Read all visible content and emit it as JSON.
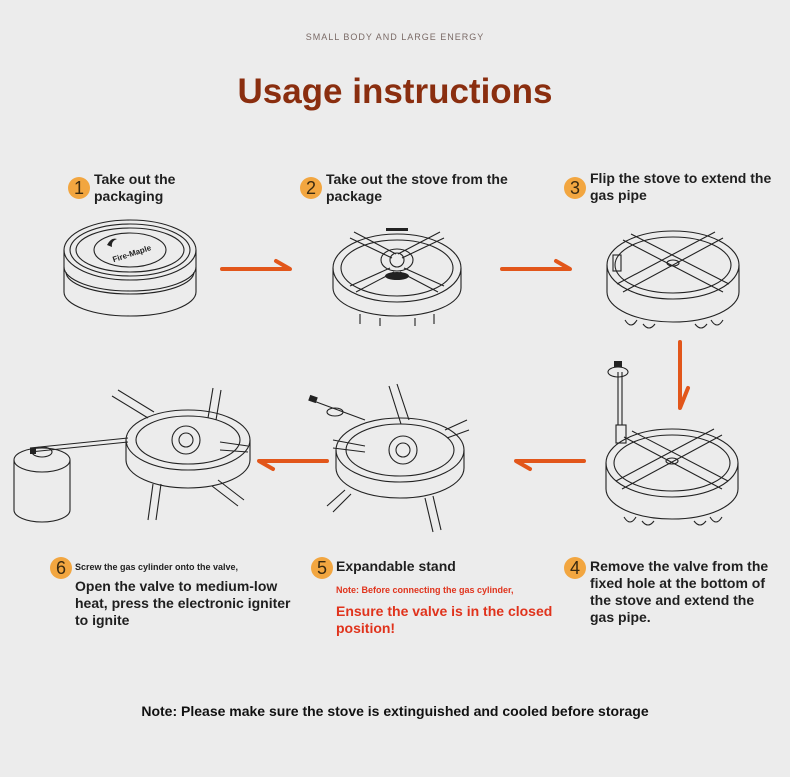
{
  "header": {
    "subtitle": "SMALL BODY AND LARGE ENERGY",
    "title": "Usage instructions"
  },
  "colors": {
    "background": "#ececec",
    "title": "#8a2e0f",
    "badge": "#f2a640",
    "arrow": "#e2561a",
    "warning": "#e0331c"
  },
  "steps": [
    {
      "number": "1",
      "text": "Take out the packaging",
      "line1": "Take out the",
      "line2": "packaging",
      "illustration": "packaged-stove-case"
    },
    {
      "number": "2",
      "text": "Take out the stove from the package",
      "line1": "Take out the stove from the",
      "line2": "package",
      "illustration": "stove-folded"
    },
    {
      "number": "3",
      "text": "Flip the stove to extend the gas pipe",
      "line1": "Flip the stove to extend the",
      "line2": "gas pipe",
      "illustration": "stove-flipped"
    },
    {
      "number": "4",
      "lines": [
        "Remove the valve from the",
        "fixed hole at the bottom of",
        "the stove and extend the",
        "gas pipe."
      ],
      "illustration": "stove-valve-extended"
    },
    {
      "number": "5",
      "title": "Expandable stand",
      "note_small": "Note: Before connecting the gas cylinder,",
      "note_lines": [
        "Ensure the valve is in the closed",
        "position!"
      ],
      "illustration": "stove-stand-expanded"
    },
    {
      "number": "6",
      "small": "Screw the gas cylinder onto the valve,",
      "lines": [
        "Open the valve to medium-low",
        "heat, press the electronic igniter",
        "to ignite"
      ],
      "illustration": "stove-with-gas-cylinder"
    }
  ],
  "arrows": [
    {
      "from": "1",
      "to": "2",
      "direction": "right"
    },
    {
      "from": "2",
      "to": "3",
      "direction": "right"
    },
    {
      "from": "3",
      "to": "4",
      "direction": "down"
    },
    {
      "from": "4",
      "to": "5",
      "direction": "left"
    },
    {
      "from": "5",
      "to": "6",
      "direction": "left"
    }
  ],
  "footer": {
    "note": "Note: Please make sure the stove is extinguished and cooled before storage"
  }
}
